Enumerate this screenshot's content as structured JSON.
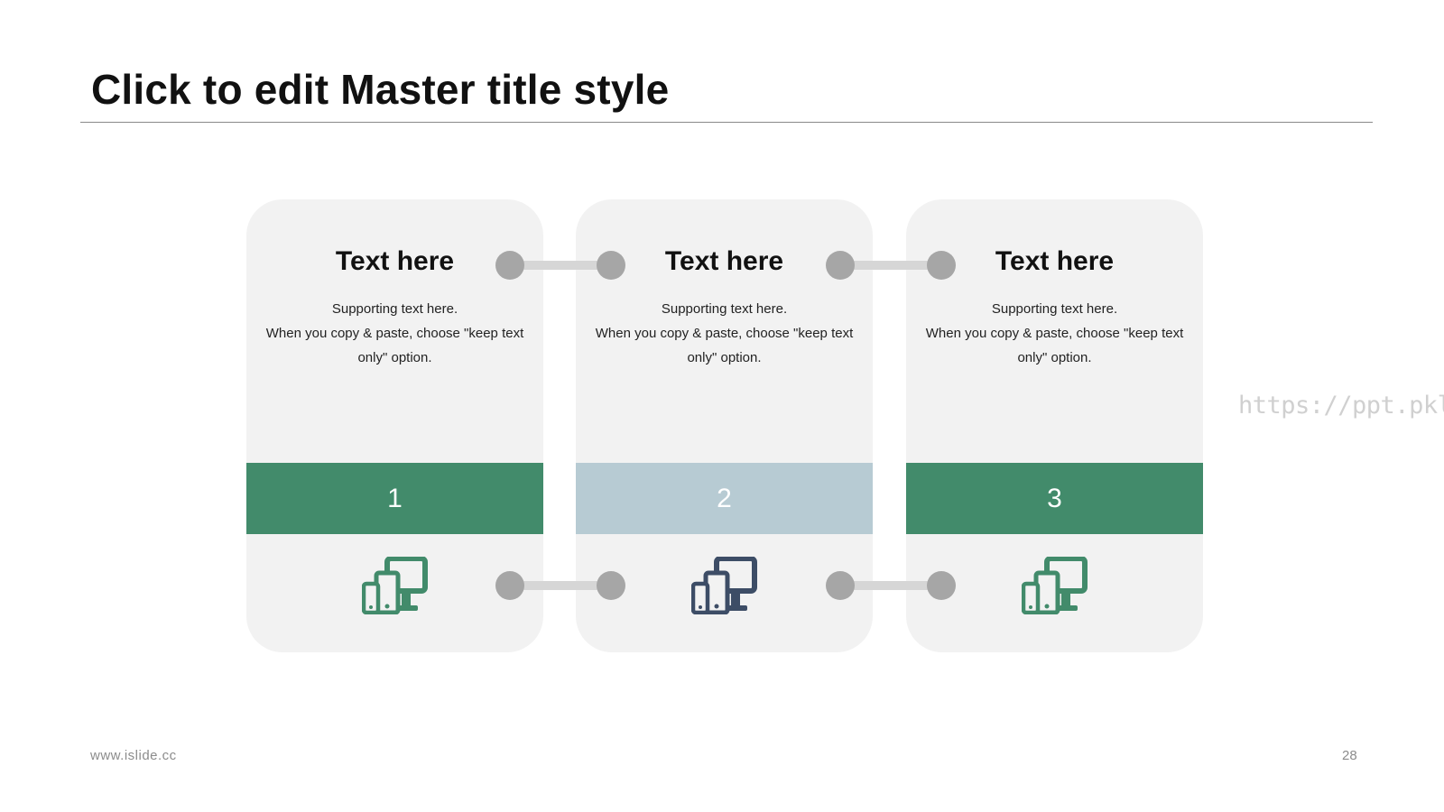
{
  "slide": {
    "title": "Click to edit Master title style",
    "footer_left": "www.islide.cc",
    "page_number": "28",
    "watermark": "https://ppt.pkll.de"
  },
  "colors": {
    "green": "#428b6b",
    "light_blue": "#b7cbd3",
    "navy": "#3d4d66",
    "card_bg": "#f2f2f2",
    "connector_dot": "#a6a6a6",
    "connector_bar": "#d6d6d6"
  },
  "cards": [
    {
      "heading": "Text here",
      "body_line1": "Supporting text here.",
      "body_line2": "When you copy & paste, choose \"keep text only\" option.",
      "number": "1",
      "band_color": "#428b6b",
      "icon": "devices-icon",
      "icon_color": "#428b6b"
    },
    {
      "heading": "Text here",
      "body_line1": "Supporting text here.",
      "body_line2": "When you copy & paste, choose \"keep text only\" option.",
      "number": "2",
      "band_color": "#b7cbd3",
      "icon": "devices-icon",
      "icon_color": "#3d4d66"
    },
    {
      "heading": "Text here",
      "body_line1": "Supporting text here.",
      "body_line2": "When you copy & paste, choose \"keep text only\" option.",
      "number": "3",
      "band_color": "#428b6b",
      "icon": "devices-icon",
      "icon_color": "#428b6b"
    }
  ]
}
